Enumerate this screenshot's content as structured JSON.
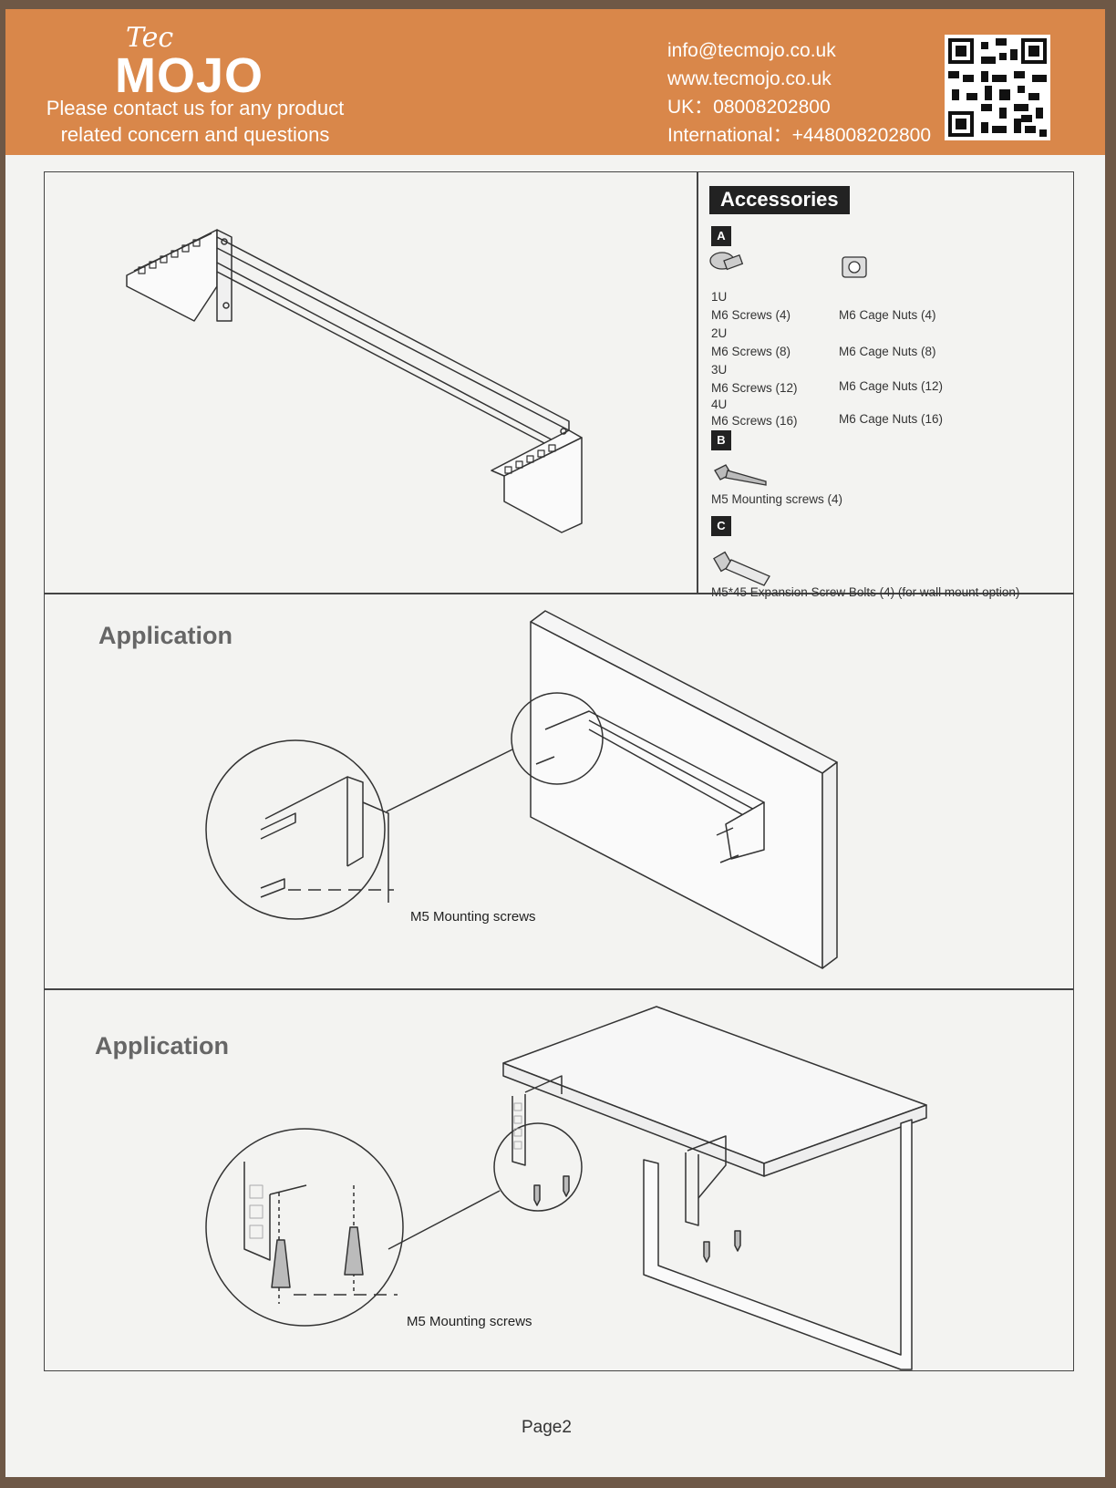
{
  "header": {
    "brand_small": "Tec",
    "brand_large": "MOJO",
    "tagline_line1": "Please contact us for any product",
    "tagline_line2": "related concern and questions",
    "email": "info@tecmojo.co.uk",
    "website": "www.tecmojo.co.uk",
    "uk_phone": "UK：08008202800",
    "intl_phone": "International：+448008202800",
    "qr_icon": "qr-code-icon",
    "color": "#d9874a"
  },
  "accessories": {
    "title": "Accessories",
    "group_a": {
      "tag": "A",
      "screw_icon": "m6-screw-icon",
      "nut_icon": "cage-nut-icon",
      "sizes": [
        {
          "size": "1U",
          "screws": "M6 Screws (4)",
          "nuts": "M6 Cage Nuts (4)"
        },
        {
          "size": "2U",
          "screws": "M6 Screws (8)",
          "nuts": "M6 Cage Nuts (8)"
        },
        {
          "size": "3U",
          "screws": "M6 Screws (12)",
          "nuts": "M6 Cage Nuts (12)"
        },
        {
          "size": "4U",
          "screws": "M6 Screws (16)",
          "nuts": "M6 Cage Nuts (16)"
        }
      ]
    },
    "group_b": {
      "tag": "B",
      "icon": "mounting-screw-icon",
      "label": "M5 Mounting screws (4)"
    },
    "group_c": {
      "tag": "C",
      "icon": "expansion-bolt-icon",
      "label": "M5*45 Expansion Screw Bolts (4)  (for wall mount option)"
    }
  },
  "application_wall": {
    "title": "Application",
    "callout": "M5 Mounting screws"
  },
  "application_desk": {
    "title": "Application",
    "callout": "M5 Mounting screws"
  },
  "footer": {
    "page": "Page2"
  }
}
